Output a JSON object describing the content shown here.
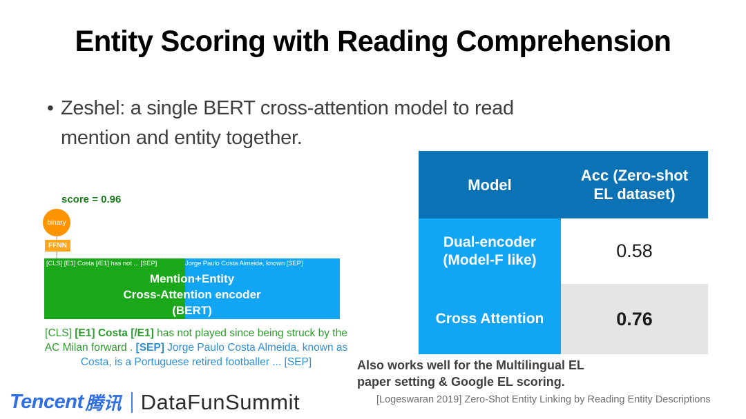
{
  "slide": {
    "title": "Entity Scoring with Reading Comprehension",
    "bullet": {
      "marker": "•",
      "line1": "Zeshel: a single BERT cross-attention model to read",
      "line2": "mention and entity together."
    }
  },
  "figure": {
    "score_label": "score = 0.96",
    "binary_node": "binary",
    "ffnn_node": "FFNN",
    "token_strip": {
      "mention_tokens": "[CLS]  [E1] Costa [/E1] has not ...  [SEP]",
      "entity_tokens": "Jorge Paulo Costa Almeida, known [SEP]"
    },
    "encoder_label": {
      "line1": "Mention+Entity",
      "line2": "Cross-Attention encoder",
      "line3": "(BERT)"
    },
    "caption": {
      "cls": "[CLS] ",
      "e1_open": "[E1] Costa [/E1]",
      "mention_rest": " has not played since being struck by the AC Milan forward . ",
      "sep": "[SEP]",
      "entity_desc": " Jorge Paulo Costa Almeida, known as Costa, is a Portuguese retired footballer ... [SEP]"
    },
    "colors": {
      "mention_green": "#1aa81a",
      "entity_blue": "#12a5f4",
      "node_orange": "#ff9300",
      "score_green": "#1a7a1a"
    }
  },
  "table": {
    "headers": [
      "Model",
      "Acc (Zero-shot EL dataset)"
    ],
    "header_lines": {
      "col2_line1": "Acc (Zero-shot",
      "col2_line2": "EL dataset)"
    },
    "rows": [
      {
        "model_line1": "Dual-encoder",
        "model_line2": "(Model-F like)",
        "model": "Dual-encoder (Model-F like)",
        "acc": "0.58",
        "highlight": false
      },
      {
        "model_line1": "Cross Attention",
        "model_line2": "",
        "model": "Cross Attention",
        "acc": "0.76",
        "highlight": true
      }
    ],
    "colors": {
      "header_bg": "#0a72b5",
      "model_bg": "#12a5f4",
      "highlight_bg": "#e4e5e7"
    }
  },
  "notes": {
    "also_line1": "Also works well for the Multilingual EL",
    "also_line2": "paper setting & Google EL scoring.",
    "citation": "[Logeswaran 2019] Zero-Shot Entity Linking by Reading Entity Descriptions"
  },
  "branding": {
    "tencent_en": "Tencent",
    "tencent_cn": "腾讯",
    "datafun": "DataFunSummit"
  },
  "chart_data": {
    "type": "table",
    "title": "Acc (Zero-shot EL dataset)",
    "categories": [
      "Dual-encoder (Model-F like)",
      "Cross Attention"
    ],
    "values": [
      0.58,
      0.76
    ],
    "ylabel": "Accuracy",
    "ylim": [
      0,
      1
    ]
  }
}
